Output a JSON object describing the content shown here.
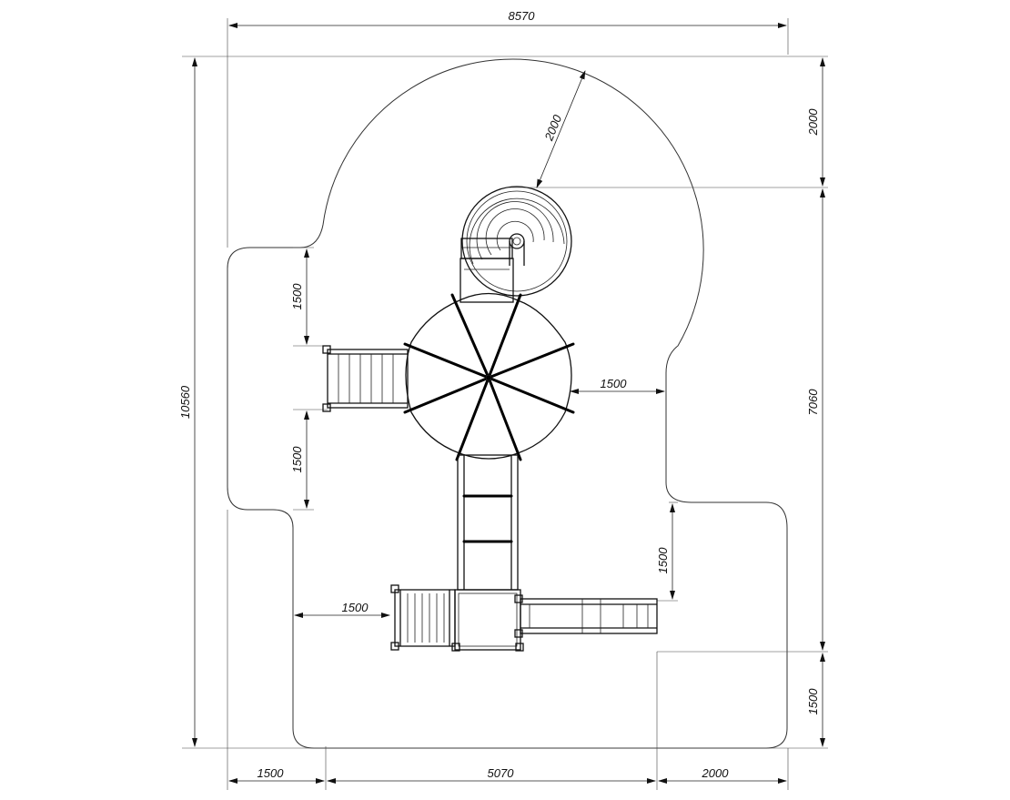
{
  "dimensions": {
    "overall_width": "8570",
    "overall_height": "10560",
    "top_arc_radius": "2000",
    "right_top_offset": "2000",
    "right_middle_height": "7060",
    "right_bottom_offset": "1500",
    "left_upper_clearance": "1500",
    "left_lower_clearance": "1500",
    "platform_right_clearance": "1500",
    "bottom_stair_clearance": "1500",
    "right_lower_clearance": "1500",
    "bottom_left": "1500",
    "bottom_middle": "5070",
    "bottom_right": "2000"
  },
  "colors": {
    "line": "#111111",
    "background": "#ffffff"
  }
}
